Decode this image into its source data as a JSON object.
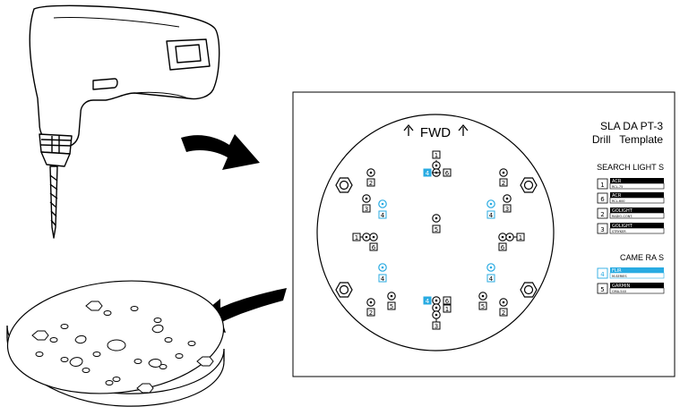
{
  "title": {
    "line1": "SLA DA PT-3",
    "line2": "Drill   Template"
  },
  "fwd_label": "FWD",
  "search_lights": {
    "heading": "SEARCH LIGHT S",
    "items": [
      {
        "num": "1",
        "name": "ACR",
        "sub": "RCL-75",
        "highlight": false
      },
      {
        "num": "6",
        "name": "ACR",
        "sub": "RCL-600",
        "highlight": false
      },
      {
        "num": "2",
        "name": "GOLIGHT",
        "sub": "RADIO-CONT.",
        "highlight": false
      },
      {
        "num": "3",
        "name": "GOLIGHT",
        "sub": "STRYKER",
        "highlight": false
      }
    ]
  },
  "cameras": {
    "heading": "CAME RA S",
    "items": [
      {
        "num": "4",
        "name": "FLIR",
        "sub": "M-SERIES",
        "highlight": true
      },
      {
        "num": "5",
        "name": "GARMIN",
        "sub": "GMA-540",
        "highlight": false
      }
    ]
  },
  "hole_labels": {
    "top_1": "1",
    "top_4": "4",
    "top_6": "6",
    "ul_2": "2",
    "ul_3": "3",
    "ul_4": "4",
    "ur_2": "2",
    "ur_3": "3",
    "ur_4": "4",
    "center_5": "5",
    "left_1": "1",
    "left_6": "6",
    "right_1": "1",
    "right_6": "6",
    "ml_4": "4",
    "mr_4": "4",
    "ll_2": "2",
    "ll_5": "5",
    "lr_2": "2",
    "lr_5": "5",
    "bot_4": "4",
    "bot_6": "6",
    "bot_1": "1",
    "bot_3": "3"
  },
  "colors": {
    "line": "#000000",
    "camera_accent": "#29abe2",
    "label_bar": "#000000"
  }
}
